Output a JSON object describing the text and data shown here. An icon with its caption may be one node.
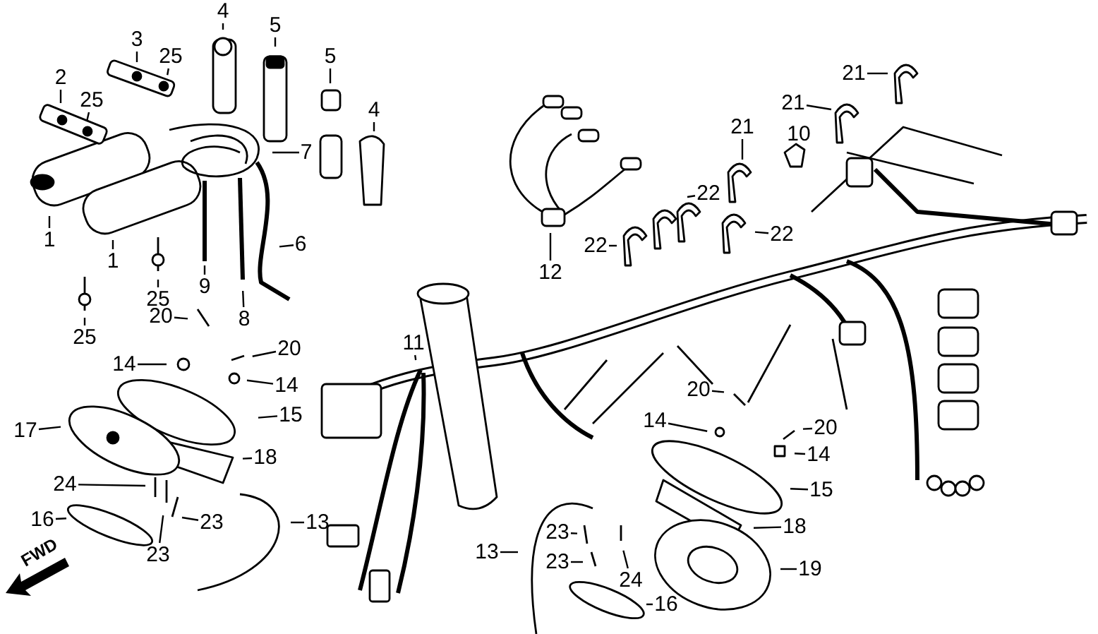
{
  "diagram": {
    "nodes": [
      {
        "text": [
          "4"
        ]
      },
      {
        "text": [
          "5"
        ]
      },
      {
        "text": [
          "3"
        ]
      },
      {
        "text": [
          "25"
        ]
      },
      {
        "text": [
          "5"
        ]
      },
      {
        "text": [
          "2"
        ]
      },
      {
        "text": [
          "21"
        ]
      },
      {
        "text": [
          "25"
        ]
      },
      {
        "text": [
          "21"
        ]
      },
      {
        "text": [
          "4"
        ]
      },
      {
        "text": [
          "21"
        ]
      },
      {
        "text": [
          "7"
        ]
      },
      {
        "text": [
          "22"
        ]
      },
      {
        "text": [
          "22"
        ]
      },
      {
        "text": [
          "1"
        ]
      },
      {
        "text": [
          "6"
        ]
      },
      {
        "text": [
          "22"
        ]
      },
      {
        "text": [
          "1"
        ]
      },
      {
        "text": [
          "12"
        ]
      },
      {
        "text": [
          "9"
        ]
      },
      {
        "text": [
          "25"
        ]
      },
      {
        "text": [
          "8"
        ]
      },
      {
        "text": [
          "20"
        ]
      },
      {
        "text": [
          "25"
        ]
      },
      {
        "text": [
          "11"
        ]
      },
      {
        "text": [
          "20"
        ]
      },
      {
        "text": [
          "14"
        ]
      },
      {
        "text": [
          "14"
        ]
      },
      {
        "text": [
          "20"
        ]
      },
      {
        "text": [
          "15"
        ]
      },
      {
        "text": [
          "14"
        ]
      },
      {
        "text": [
          "20"
        ]
      },
      {
        "text": [
          "17"
        ]
      },
      {
        "text": [
          "18"
        ]
      },
      {
        "text": [
          "14"
        ]
      },
      {
        "text": [
          "24"
        ]
      },
      {
        "text": [
          "15"
        ]
      },
      {
        "text": [
          "16"
        ]
      },
      {
        "text": [
          "23"
        ]
      },
      {
        "text": [
          "13"
        ]
      },
      {
        "text": [
          "18"
        ]
      },
      {
        "text": [
          "23"
        ]
      },
      {
        "text": [
          "13"
        ]
      },
      {
        "text": [
          "23"
        ]
      },
      {
        "text": [
          "23"
        ]
      },
      {
        "text": [
          "19"
        ]
      },
      {
        "text": [
          "24"
        ]
      },
      {
        "text": [
          "16"
        ]
      }
    ],
    "edges": [
      {
        "from": 0,
        "to": null,
        "arrow": "none"
      },
      {
        "from": 1,
        "to": null,
        "arrow": "none"
      },
      {
        "from": 2,
        "to": null,
        "arrow": "none"
      },
      {
        "from": 3,
        "to": null,
        "arrow": "none"
      },
      {
        "from": 4,
        "to": null,
        "arrow": "none"
      },
      {
        "from": 5,
        "to": null,
        "arrow": "none"
      },
      {
        "from": 6,
        "to": null,
        "arrow": "none"
      },
      {
        "from": 7,
        "to": null,
        "arrow": "none"
      },
      {
        "from": 8,
        "to": null,
        "arrow": "none"
      },
      {
        "from": 9,
        "to": null,
        "arrow": "none"
      },
      {
        "from": 10,
        "to": null,
        "arrow": "none"
      },
      {
        "from": 11,
        "to": null,
        "arrow": "none"
      },
      {
        "from": 12,
        "to": null,
        "arrow": "none"
      },
      {
        "from": 13,
        "to": null,
        "arrow": "none"
      },
      {
        "from": 14,
        "to": null,
        "arrow": "none"
      },
      {
        "from": 15,
        "to": null,
        "arrow": "none"
      },
      {
        "from": 16,
        "to": null,
        "arrow": "none"
      },
      {
        "from": 17,
        "to": null,
        "arrow": "none"
      },
      {
        "from": 18,
        "to": null,
        "arrow": "none"
      },
      {
        "from": 19,
        "to": null,
        "arrow": "none"
      },
      {
        "from": 20,
        "to": null,
        "arrow": "none"
      },
      {
        "from": 21,
        "to": null,
        "arrow": "none"
      },
      {
        "from": 22,
        "to": null,
        "arrow": "none"
      },
      {
        "from": 23,
        "to": null,
        "arrow": "none"
      },
      {
        "from": 24,
        "to": null,
        "arrow": "none"
      },
      {
        "from": 25,
        "to": null,
        "arrow": "none"
      },
      {
        "from": 26,
        "to": null,
        "arrow": "none"
      },
      {
        "from": 27,
        "to": null,
        "arrow": "none"
      },
      {
        "from": 28,
        "to": null,
        "arrow": "none"
      },
      {
        "from": 29,
        "to": null,
        "arrow": "none"
      },
      {
        "from": 30,
        "to": null,
        "arrow": "none"
      },
      {
        "from": 31,
        "to": null,
        "arrow": "none"
      },
      {
        "from": 32,
        "to": null,
        "arrow": "none"
      },
      {
        "from": 33,
        "to": null,
        "arrow": "none"
      },
      {
        "from": 34,
        "to": null,
        "arrow": "none"
      },
      {
        "from": 35,
        "to": null,
        "arrow": "none"
      },
      {
        "from": 36,
        "to": null,
        "arrow": "none"
      },
      {
        "from": 37,
        "to": null,
        "arrow": "none"
      },
      {
        "from": 38,
        "to": null,
        "arrow": "none"
      },
      {
        "from": 39,
        "to": null,
        "arrow": "none"
      },
      {
        "from": 40,
        "to": null,
        "arrow": "none"
      },
      {
        "from": 41,
        "to": null,
        "arrow": "none"
      },
      {
        "from": 42,
        "to": null,
        "arrow": "none"
      },
      {
        "from": 43,
        "to": null,
        "arrow": "none"
      },
      {
        "from": 44,
        "to": null,
        "arrow": "none"
      },
      {
        "from": 45,
        "to": null,
        "arrow": "none"
      },
      {
        "from": 46,
        "to": null,
        "arrow": "none"
      },
      {
        "from": 47,
        "to": null,
        "arrow": "none"
      }
    ],
    "labels": [
      "10",
      "FWD"
    ]
  }
}
